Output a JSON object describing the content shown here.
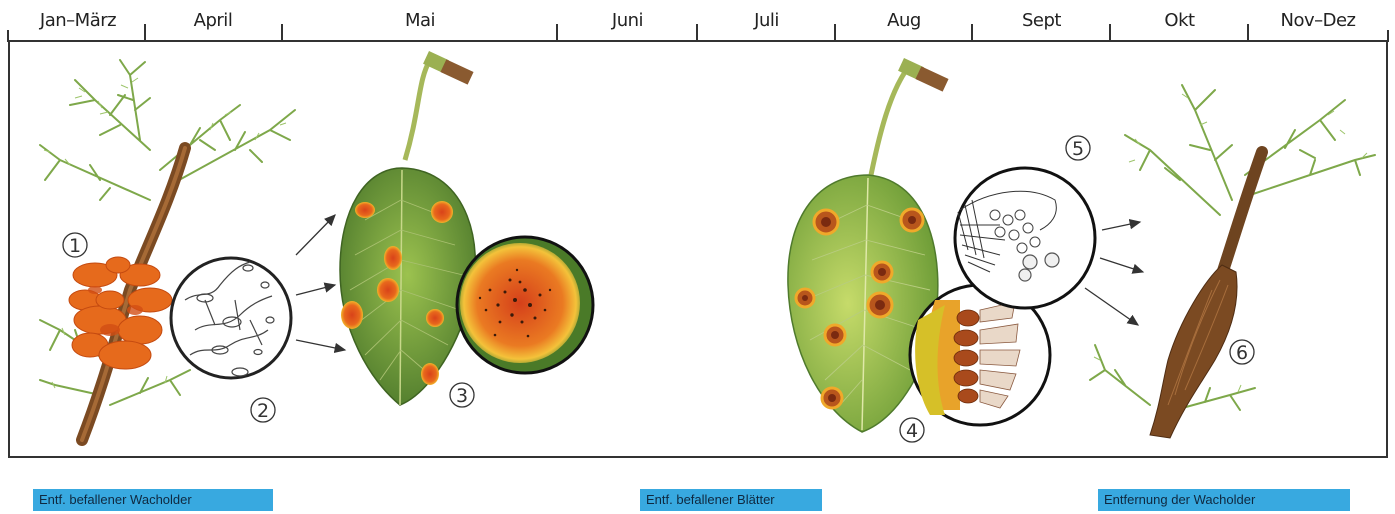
{
  "timeline": {
    "months": [
      "Jan–März",
      "April",
      "Mai",
      "Juni",
      "Juli",
      "Aug",
      "Sept",
      "Okt",
      "Nov–Dez"
    ]
  },
  "stages": [
    "1",
    "2",
    "3",
    "4",
    "5",
    "6"
  ],
  "actions": [
    "Entf. befallener Wacholder",
    "Entf. befallener Blätter",
    "Entfernung der Wacholder"
  ],
  "colors": {
    "action_bar": "#38a9e0",
    "rust_orange": "#e86a1a",
    "leaf_green": "#6c9a3a",
    "juniper_green": "#7da64a",
    "bark_brown": "#7b4a22"
  }
}
